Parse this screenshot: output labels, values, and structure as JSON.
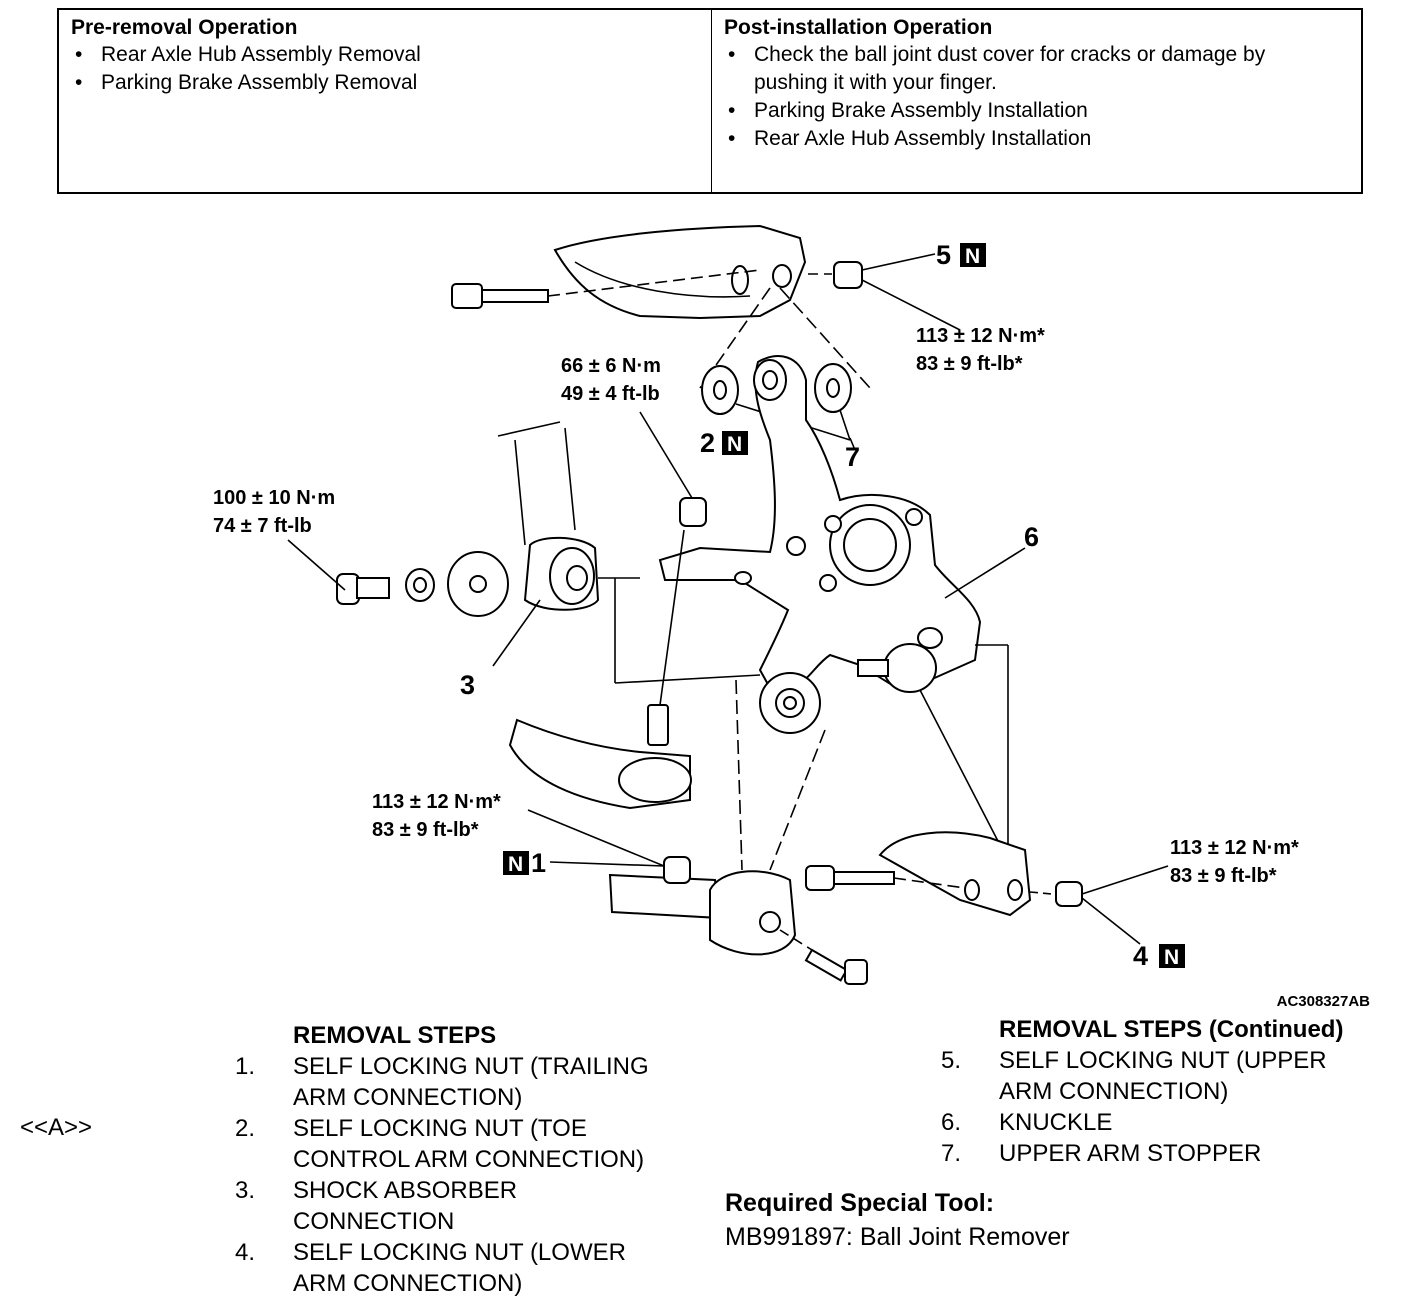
{
  "pre_removal": {
    "title": "Pre-removal Operation",
    "items": [
      "Rear Axle Hub Assembly Removal",
      "Parking Brake Assembly Removal"
    ]
  },
  "post_installation": {
    "title": "Post-installation Operation",
    "items": [
      "Check the ball joint dust cover for cracks or damage by pushing it with your finger.",
      "Parking Brake Assembly Installation",
      "Rear Axle Hub Assembly Installation"
    ]
  },
  "diagram": {
    "figure_code": "AC308327AB",
    "n_mark": "N",
    "torques": {
      "t5_nm": "113 ± 12 N·m*",
      "t5_ft": "83 ± 9 ft-lb*",
      "t2_nm": "66 ± 6 N·m",
      "t2_ft": "49 ± 4 ft-lb",
      "t3_nm": "100 ± 10 N·m",
      "t3_ft": "74 ± 7 ft-lb",
      "t1_nm": "113 ± 12 N·m*",
      "t1_ft": "83 ± 9 ft-lb*",
      "t4_nm": "113 ± 12 N·m*",
      "t4_ft": "83 ± 9 ft-lb*"
    },
    "callouts": {
      "c1": "1",
      "c2": "2",
      "c3": "3",
      "c4": "4",
      "c5": "5",
      "c6": "6",
      "c7": "7"
    }
  },
  "removal_steps": {
    "title": "REMOVAL STEPS",
    "marker": "<<A>>",
    "items": [
      {
        "num": "1.",
        "text": "SELF LOCKING NUT (TRAILING ARM CONNECTION)"
      },
      {
        "num": "2.",
        "text": "SELF LOCKING NUT (TOE CONTROL ARM CONNECTION)"
      },
      {
        "num": "3.",
        "text": "SHOCK ABSORBER CONNECTION"
      },
      {
        "num": "4.",
        "text": "SELF LOCKING NUT (LOWER ARM CONNECTION)"
      }
    ]
  },
  "removal_steps_continued": {
    "title": "REMOVAL STEPS (Continued)",
    "items": [
      {
        "num": "5.",
        "text": "SELF LOCKING NUT (UPPER ARM CONNECTION)"
      },
      {
        "num": "6.",
        "text": "KNUCKLE"
      },
      {
        "num": "7.",
        "text": "UPPER ARM STOPPER"
      }
    ]
  },
  "special_tool": {
    "title": "Required Special Tool:",
    "text": "MB991897: Ball Joint Remover"
  }
}
